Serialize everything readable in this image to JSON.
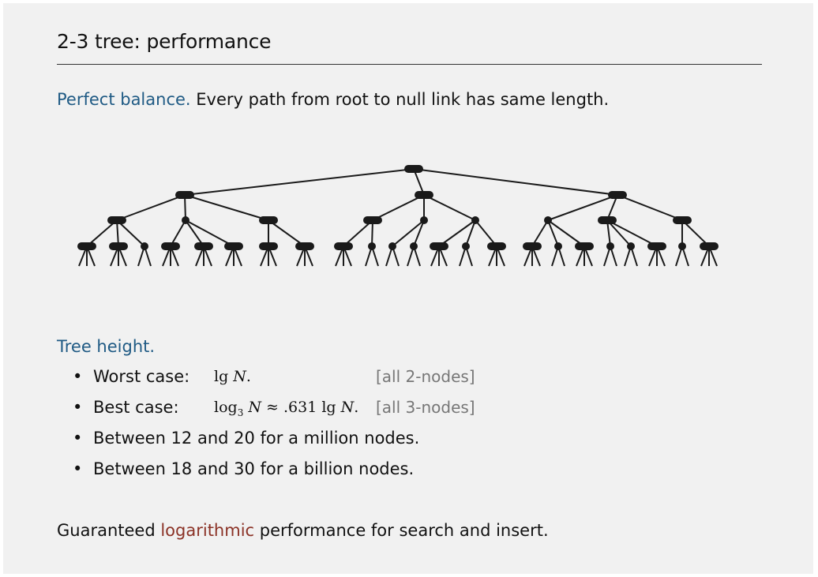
{
  "title": "2-3 tree:  performance",
  "balance": {
    "label": "Perfect balance.",
    "text": " Every path from root to null link has same length."
  },
  "height": {
    "heading": "Tree height.",
    "bullets": [
      {
        "label": "Worst case:",
        "math": "lg N.",
        "note": "[all 2-nodes]"
      },
      {
        "label": "Best case:",
        "math": "log3 N ≈ .631 lg N.",
        "note": "[all 3-nodes]"
      },
      {
        "label": "Between 12 and 20 for a million nodes."
      },
      {
        "label": "Between 18 and 30 for a billion nodes."
      }
    ],
    "bullet_glyph": "•"
  },
  "conclusion": {
    "before": "Guaranteed ",
    "emph": "logarithmic",
    "after": " performance for search and insert."
  },
  "colors": {
    "accent_blue": "#1f5a84",
    "accent_red": "#8b3226",
    "note_gray": "#777777",
    "tree_ink": "#1a1a1a"
  }
}
